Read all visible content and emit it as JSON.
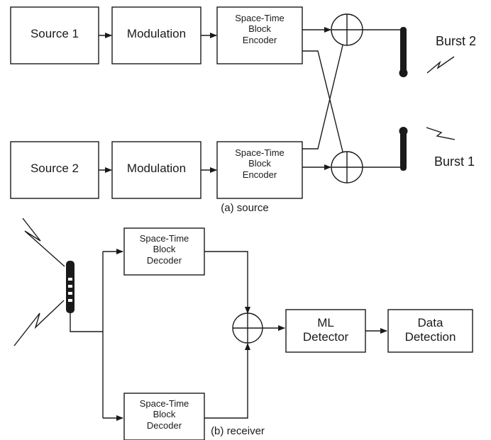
{
  "part_a": {
    "source1": "Source 1",
    "source2": "Source 2",
    "modulation1": "Modulation",
    "modulation2": "Modulation",
    "encoder1": "Space-Time\nBlock\nEncoder",
    "encoder2": "Space-Time\nBlock\nEncoder",
    "burst2": "Burst 2",
    "burst1": "Burst 1",
    "caption": "(a)  source"
  },
  "part_b": {
    "decoder1": "Space-Time\nBlock\nDecoder",
    "decoder2": "Space-Time\nBlock\nDecoder",
    "ml_detector": "ML\nDetector",
    "data_detection": "Data\nDetection",
    "caption": "(b)  receiver"
  }
}
